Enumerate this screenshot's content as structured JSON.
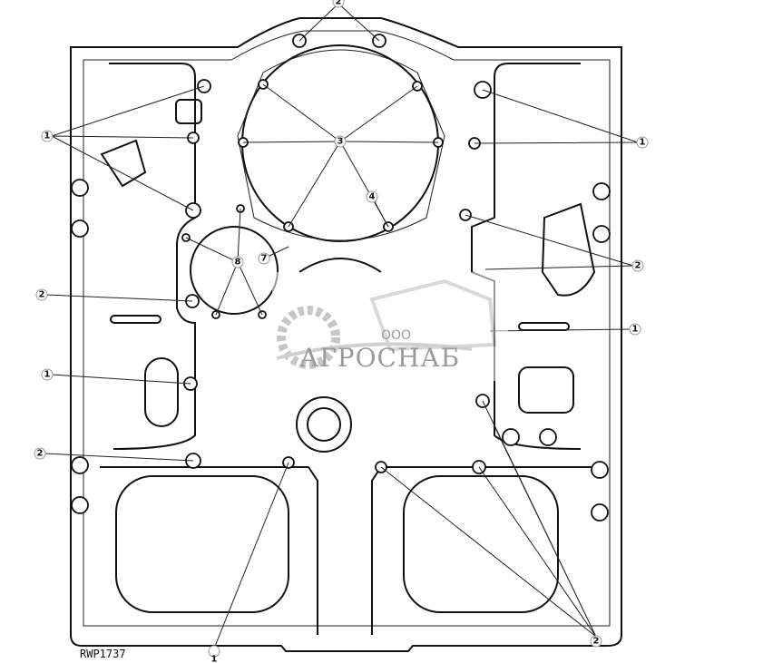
{
  "figure_ref": "RWP1737",
  "watermark": {
    "prefix": "ООО",
    "name": "АГРОСНАБ"
  },
  "callouts": [
    {
      "id": "c-top",
      "label": "2"
    },
    {
      "id": "c-left-top",
      "label": "1"
    },
    {
      "id": "c-center",
      "label": "3"
    },
    {
      "id": "c-right-top",
      "label": "1"
    },
    {
      "id": "c-4",
      "label": "4"
    },
    {
      "id": "c-7",
      "label": "7"
    },
    {
      "id": "c-8",
      "label": "8"
    },
    {
      "id": "c-left-2",
      "label": "2"
    },
    {
      "id": "c-right-2",
      "label": "2"
    },
    {
      "id": "c-right-mid",
      "label": "1"
    },
    {
      "id": "c-left-mid",
      "label": "1"
    },
    {
      "id": "c-left-bottom",
      "label": "2"
    },
    {
      "id": "c-bottom-right",
      "label": "2"
    },
    {
      "id": "c-bottom",
      "label": "1"
    }
  ]
}
